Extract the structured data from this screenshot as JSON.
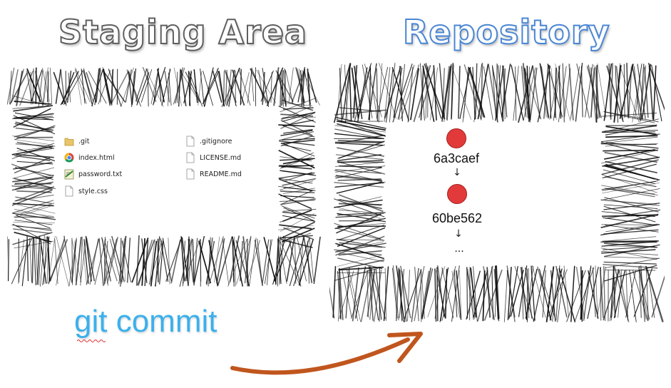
{
  "staging": {
    "title": "Staging Area",
    "files": [
      {
        "name": ".git",
        "icon": "folder-icon"
      },
      {
        "name": "index.html",
        "icon": "chrome-icon"
      },
      {
        "name": "password.txt",
        "icon": "text-file-icon"
      },
      {
        "name": "style.css",
        "icon": "file-icon"
      },
      {
        "name": ".gitignore",
        "icon": "file-icon"
      },
      {
        "name": "LICENSE.md",
        "icon": "file-icon"
      },
      {
        "name": "README.md",
        "icon": "file-icon"
      }
    ]
  },
  "repository": {
    "title": "Repository",
    "commits": [
      {
        "hash": "6a3caef"
      },
      {
        "hash": "60be562"
      }
    ],
    "arrow_glyph": "↓",
    "more": "..."
  },
  "command": {
    "label": "git commit",
    "color": "#3bb0ec"
  },
  "colors": {
    "arrow": "#c0561e",
    "commit_dot": "#e23a3a",
    "repo_title_outline": "#4a86d4",
    "staging_title_outline": "#5f5f5f"
  }
}
